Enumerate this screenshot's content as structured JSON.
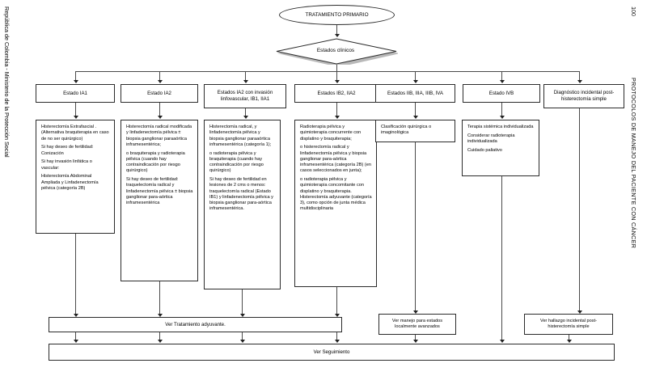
{
  "page": {
    "left_running_head": "República de Colombia - Ministerio de la Protección Social",
    "right_running_head": "PROTOCOLOS DE MANEJO DEL PACIENTE CON CÁNCER",
    "page_number": "100"
  },
  "flow": {
    "start_terminator": "TRATAMIENTO PRIMARIO",
    "decision": "Estados clínicos",
    "stage_boxes": [
      {
        "id": "ia1",
        "label": "Estado IA1"
      },
      {
        "id": "ia2",
        "label": "Estado IA2"
      },
      {
        "id": "ia2lv",
        "label": "Estados IA2 con invasión linfovascular, IB1, IIA1"
      },
      {
        "id": "ib2",
        "label": "Estados IB2, IIA2"
      },
      {
        "id": "iib",
        "label": "Estados IIB, IIIA, IIIB, IVA"
      },
      {
        "id": "ivb",
        "label": "Estado IVB"
      },
      {
        "id": "inc",
        "label": "Diagnóstico incidental post-histerectomía simple"
      }
    ],
    "treatment_boxes": [
      {
        "id": "t-ia1",
        "paragraphs": [
          "Histerectomía Extrafascial . (Alternativa braquiterapia en caso de no ser quirúrgico)",
          "Si hay deseo de fertilidad: Conización",
          "Si hay invasión linfática o vascular:",
          "Histerectomía Abdominal Ampliada y Linfadenectomía pélvica (categoría 2B)"
        ]
      },
      {
        "id": "t-ia2",
        "paragraphs": [
          "Histerectomía radical modificada y linfadenectomía pélvica ± biopsia ganglionar paraaórtica inframesentérica;",
          "o braquiterapia y radioterapia pélvica (cuando hay contraindicación por riesgo quirúrgico)",
          "Si hay deseo de fertilidad: traquelectomía radical y linfadenectomía pélvica ± biopsia ganglionar para-aórtica inframesentérica"
        ]
      },
      {
        "id": "t-ia2lv",
        "paragraphs": [
          "Histerectomía radical, y linfadenectomía pélvica y biopsia ganglionar paraaórtica inframesentérica (categoría 1);",
          "o radioterapia pélvica y braquiterapia (cuando hay contraindicación por riesgo quirúrgico)",
          "Si hay deseo de fertilidad en lesiones de 2 cms o menos: traquelectomía radical (Estado IB1) y linfadenectomía pélvica y biopsia ganglionar para-aórtica inframesentérica."
        ]
      },
      {
        "id": "t-ib2",
        "paragraphs": [
          "Radioterapia pélvica y quimioterapia concurrente con displatino y braquiterapia;",
          "o histerectomía radical y linfadenectomía pélvica y biopsia ganglionar para-aórtica inframesentérica (categoría 2B) (en casos seleccionados en junta);",
          "o radioterapia pélvica y quimioterapia concomitante con displatino y braquiterapia. Histerectomía adyuvante (categoría 3), como opción de junta médica multidisciplinaria"
        ]
      },
      {
        "id": "t-iib",
        "paragraphs": [
          "Clasificación  quirúrgica o imaginológica"
        ]
      },
      {
        "id": "t-ivb",
        "paragraphs": [
          "Terapia sistémica individualizada",
          "Considerar radioterapia individualizada",
          "Cuidado paliativo"
        ]
      }
    ],
    "outcome_boxes": [
      {
        "id": "o-adyuvante",
        "label": "Ver Tratamiento adyuvante."
      },
      {
        "id": "o-localmente",
        "label": "Ver manejo para estados localmente avanzados"
      },
      {
        "id": "o-hallazgo",
        "label": "Ver hallazgo incidental post-histerectomía simple"
      },
      {
        "id": "o-seguimiento",
        "label": "Ver Seguimiento"
      }
    ]
  },
  "style": {
    "line_color": "#4a4a4a",
    "border_color": "#2b2b2b",
    "shadow_color": "#b9b9b9",
    "background": "#ffffff"
  }
}
